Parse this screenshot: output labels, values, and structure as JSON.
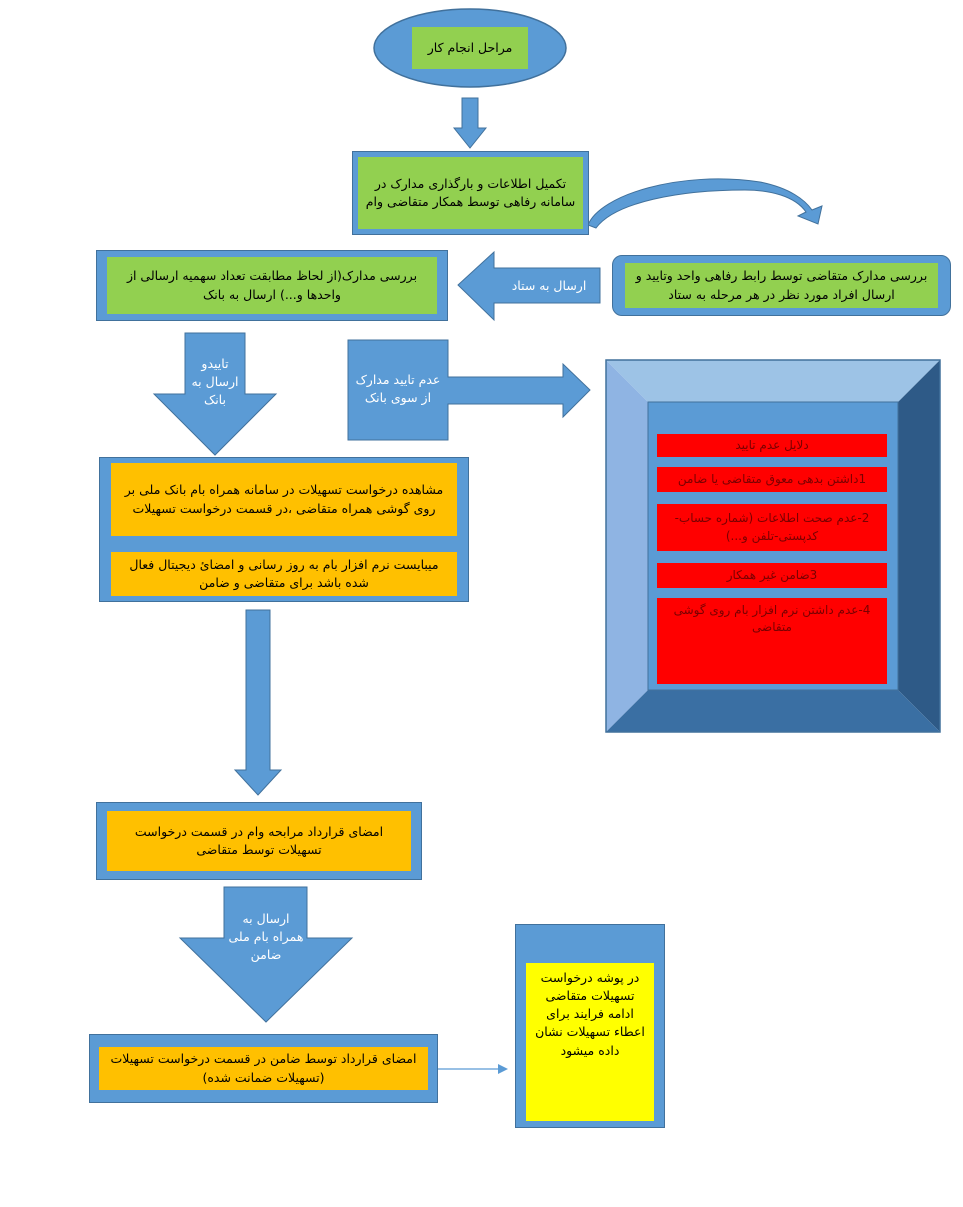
{
  "start": {
    "label": "مراحل انجام کار"
  },
  "step1": {
    "text": "تکمیل اطلاعات و بارگذاری مدارک در سامانه رفاهی توسط همکار متقاضی وام"
  },
  "welfare_review": {
    "text": "بررسی مدارک متقاضی توسط رابط رفاهی واحد وتایید و ارسال افراد مورد نظر در هر مرحله به ستاد"
  },
  "send_to_hq": {
    "label": "ارسال به ستاد"
  },
  "hq_review": {
    "text": "بررسی مدارک(از لحاظ مطابقت تعداد سهمیه ارسالی از واحدها و...) ارسال به بانک"
  },
  "approve_send": {
    "label": "تاییدو ارسال به بانک"
  },
  "reject": {
    "label": "عدم تایید مدارک از سوی بانک"
  },
  "rejection_reasons": {
    "title": "دلایل عدم تایید",
    "items": [
      "1داشتن بدهی معوق متقاضی یا ضامن",
      "2-عدم صحت اطلاعات (شماره حساب-کدپستی-تلفن و...)",
      "3ضامن غیر همکار",
      "4-عدم داشتن نرم افزار بام روی گوشی متقاضی"
    ]
  },
  "view_request": {
    "text1": "مشاهده درخواست تسهیلات در سامانه همراه بام بانک ملی بر روی گوشی همراه متقاضی ،در قسمت درخواست تسهیلات",
    "text2": "میبایست نرم افزار بام به روز رسانی و امضائ دیجیتال فعال شده باشد برای متقاضی و ضامن"
  },
  "sign_applicant": {
    "text": "امضای قرارداد مرابحه وام در قسمت درخواست تسهیلات توسط متقاضی"
  },
  "send_guarantor": {
    "label": "ارسال به همراه بام ملی ضامن"
  },
  "sign_guarantor": {
    "text": "امضای قرارداد توسط ضامن در قسمت درخواست تسهیلات (تسهیلات ضمانت شده)"
  },
  "final": {
    "text": "در پوشه درخواست تسهیلات متقاضی ادامه فرایند برای اعطاء تسهیلات نشان داده میشود"
  },
  "colors": {
    "blue": "#5b9bd5",
    "blue_border": "#41719c",
    "green": "#92d050",
    "orange": "#ffc000",
    "yellow": "#ffff00",
    "red": "#ff0000"
  }
}
